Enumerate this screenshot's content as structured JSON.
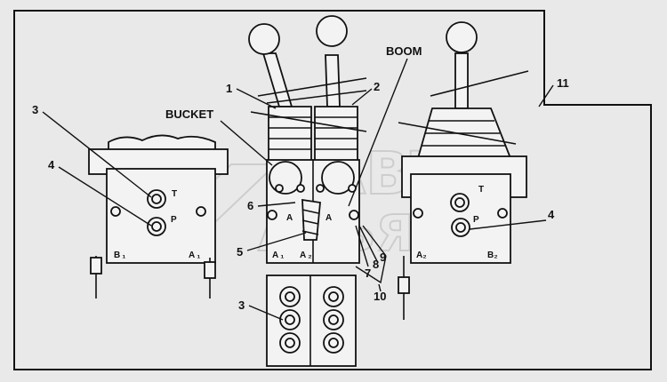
{
  "diagram": {
    "callouts": {
      "c1": "1",
      "c2": "2",
      "c3_left": "3",
      "c3_bottom": "3",
      "c4_left": "4",
      "c4_right": "4",
      "c5": "5",
      "c6": "6",
      "c7": "7",
      "c8": "8",
      "c9": "9",
      "c10": "10",
      "c11": "11"
    },
    "labels": {
      "bucket": "BUCKET",
      "boom": "BOOM"
    },
    "port_marks": {
      "left_t": "T",
      "left_p": "P",
      "left_b1": "B ₁",
      "left_a1": "A ₁",
      "mid_a_left": "A",
      "mid_a_right": "A",
      "mid_a1": "A ₁",
      "mid_a2": "A ₂",
      "right_t": "T",
      "right_p": "P",
      "right_a2": "A₂",
      "right_b2": "B₂"
    },
    "watermark": {
      "line1": "АВТО",
      "line2": "АЛЬЯНС"
    }
  }
}
